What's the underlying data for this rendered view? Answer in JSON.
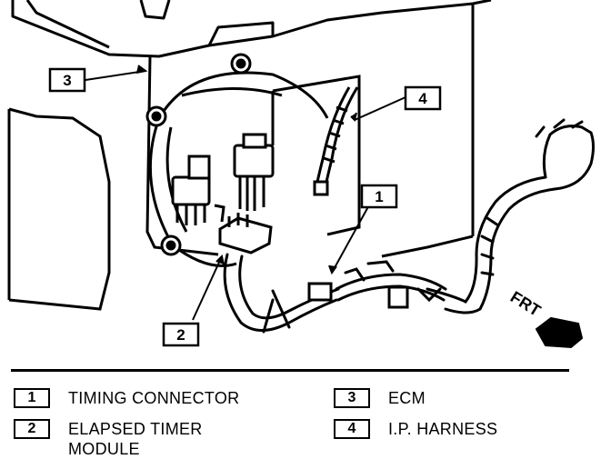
{
  "callouts": {
    "c1": "1",
    "c2": "2",
    "c3": "3",
    "c4": "4"
  },
  "direction_label": "FRT",
  "legend": [
    {
      "num": "1",
      "label": "TIMING CONNECTOR"
    },
    {
      "num": "2",
      "label": "ELAPSED TIMER\nMODULE"
    },
    {
      "num": "3",
      "label": "ECM"
    },
    {
      "num": "4",
      "label": "I.P. HARNESS"
    }
  ],
  "colors": {
    "ink": "#000000",
    "paper": "#ffffff"
  }
}
